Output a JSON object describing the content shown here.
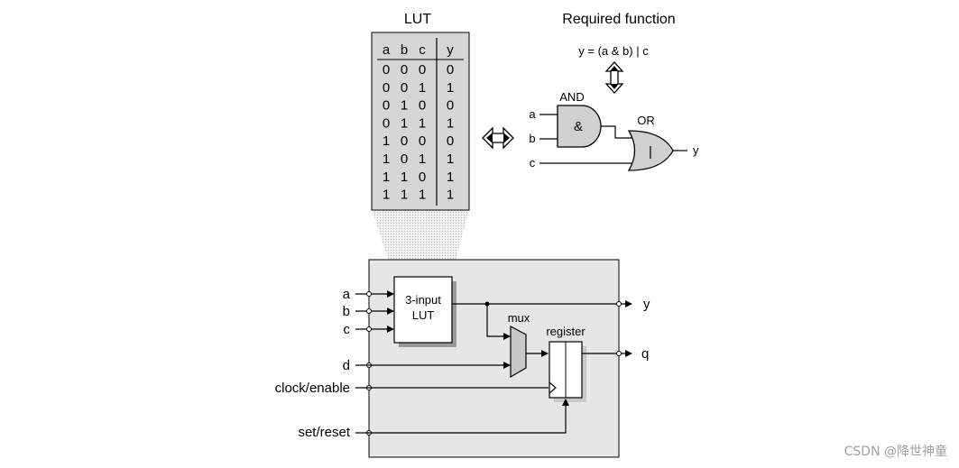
{
  "lut": {
    "title": "LUT",
    "headers": [
      "a",
      "b",
      "c",
      "y"
    ],
    "rows": [
      [
        "0",
        "0",
        "0",
        "0"
      ],
      [
        "0",
        "0",
        "1",
        "1"
      ],
      [
        "0",
        "1",
        "0",
        "0"
      ],
      [
        "0",
        "1",
        "1",
        "1"
      ],
      [
        "1",
        "0",
        "0",
        "0"
      ],
      [
        "1",
        "0",
        "1",
        "1"
      ],
      [
        "1",
        "1",
        "0",
        "1"
      ],
      [
        "1",
        "1",
        "1",
        "1"
      ]
    ]
  },
  "function": {
    "title": "Required function",
    "equation": "y = (a & b) | c",
    "and_label": "AND",
    "and_symbol": "&",
    "or_label": "OR",
    "or_symbol": "|",
    "input_a": "a",
    "input_b": "b",
    "input_c": "c",
    "output_y": "y"
  },
  "block": {
    "lut_label_line1": "3-input",
    "lut_label_line2": "LUT",
    "mux_label": "mux",
    "register_label": "register",
    "inputs": [
      "a",
      "b",
      "c",
      "d",
      "clock/enable",
      "set/reset"
    ],
    "output_y": "y",
    "output_q": "q"
  },
  "watermark": "CSDN @降世神童",
  "colors": {
    "panel_fill": "#e8e8e8",
    "table_fill": "#d9d9d9",
    "line": "#000000"
  }
}
